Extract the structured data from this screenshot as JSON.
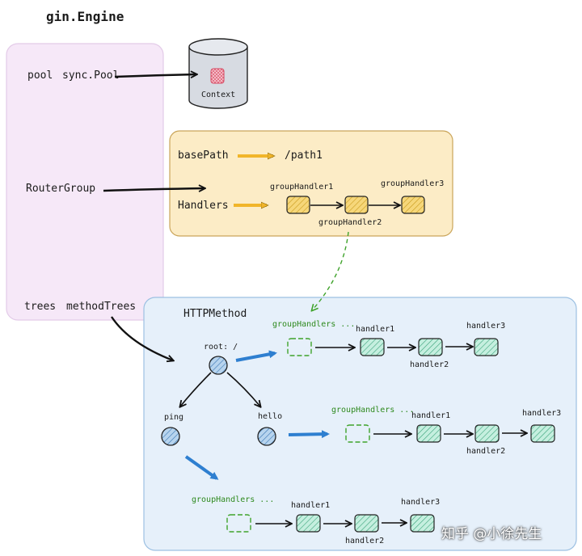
{
  "title": "gin.Engine",
  "engine": {
    "pool_label": "pool",
    "pool_type": "sync.Pool",
    "router_group": "RouterGroup",
    "trees_label": "trees",
    "trees_type": "methodTrees"
  },
  "context": {
    "label": "Context"
  },
  "router_group_box": {
    "base_path": "basePath",
    "path_value": "/path1",
    "handlers": "Handlers",
    "group_handler_1": "groupHandler1",
    "group_handler_2": "groupHandler2",
    "group_handler_3": "groupHandler3"
  },
  "trees_box": {
    "http_method": "HTTPMethod",
    "root": "root: /",
    "ping": "ping",
    "hello": "hello",
    "group_handlers": "groupHandlers ...",
    "handler1": "handler1",
    "handler2": "handler2",
    "handler3": "handler3"
  },
  "watermark": "知乎 @小徐先生",
  "colors": {
    "engine_bg": "#f6e8f8",
    "router_bg": "#fcecc6",
    "trees_bg": "#e6f0fa",
    "yellow_node": "#f6d77a",
    "green_node": "#b8e8d6",
    "blue_node": "#a9cbe8",
    "green_dash": "#3fa32b",
    "blue_arrow": "#2e7fd0",
    "yellow_arrow": "#f1b52a"
  }
}
